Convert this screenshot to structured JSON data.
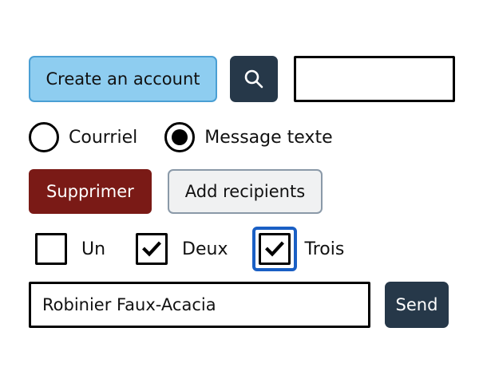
{
  "colors": {
    "accent_blue": "#8ecdf0",
    "accent_blue_border": "#4a9fd4",
    "dark_navy": "#263849",
    "danger_red": "#7a1a16",
    "neutral_gray": "#f0f1f2",
    "neutral_gray_border": "#8a99a8",
    "focus_ring_blue": "#1a5fc4",
    "outline_black": "#000000",
    "page_background": "#ffffff"
  },
  "row_actions": {
    "create_account_label": "Create an account",
    "search_icon": "search-icon",
    "search_field_value": "",
    "search_field_placeholder": ""
  },
  "row_radios": {
    "options": [
      {
        "label": "Courriel",
        "selected": false
      },
      {
        "label": "Message texte",
        "selected": true
      }
    ]
  },
  "row_buttons": {
    "delete_label": "Supprimer",
    "add_recipients_label": "Add recipients"
  },
  "row_checkboxes": {
    "options": [
      {
        "label": "Un",
        "checked": false,
        "focused": false
      },
      {
        "label": "Deux",
        "checked": true,
        "focused": false
      },
      {
        "label": "Trois",
        "checked": true,
        "focused": true
      }
    ],
    "check_icon": "checkmark-icon"
  },
  "row_send": {
    "message_value": "Robinier Faux-Acacia",
    "message_placeholder": "",
    "send_label": "Send"
  }
}
